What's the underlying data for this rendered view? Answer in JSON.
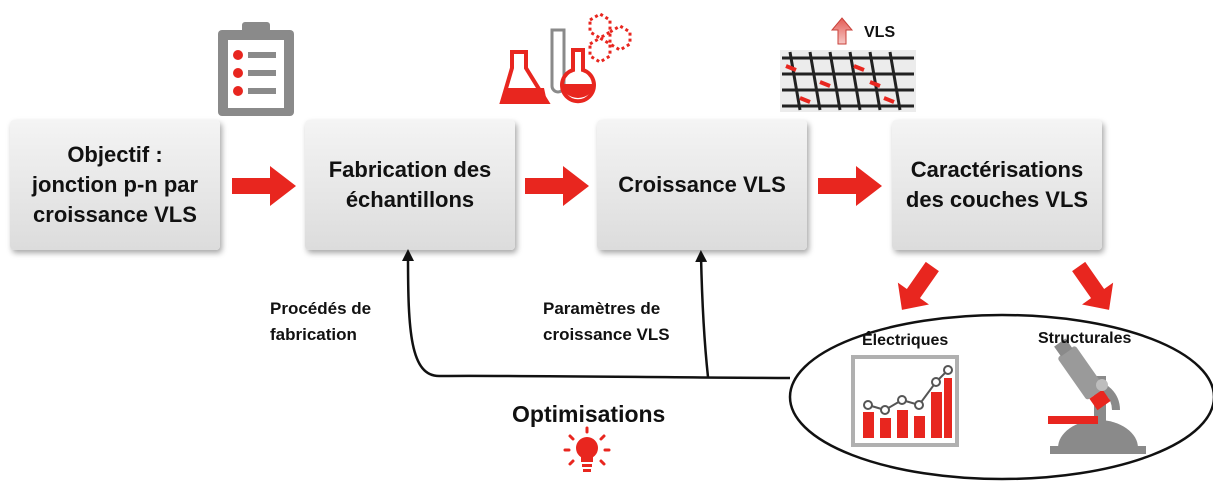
{
  "steps": [
    {
      "text": "Objectif :\njonction p-n par\ncroissance VLS"
    },
    {
      "text": "Fabrication des\néchantillons"
    },
    {
      "text": "Croissance VLS"
    },
    {
      "text": "Caractérisations\ndes couches VLS"
    }
  ],
  "feedback": {
    "fabrication_label": "Procédés de\nfabrication",
    "growth_label": "Paramètres de\ncroissance VLS",
    "optimisations": "Optimisations"
  },
  "characterisation": {
    "electrical": "Électriques",
    "structural": "Structurales"
  },
  "growth_icon_label": "VLS",
  "colors": {
    "accent": "#e8261f",
    "dark": "#111111",
    "icon_gray": "#8a8a8a"
  },
  "icons": [
    "clipboard-icon",
    "flask-icon",
    "nanowire-icon",
    "bar-chart-icon",
    "microscope-icon",
    "lightbulb-icon"
  ]
}
